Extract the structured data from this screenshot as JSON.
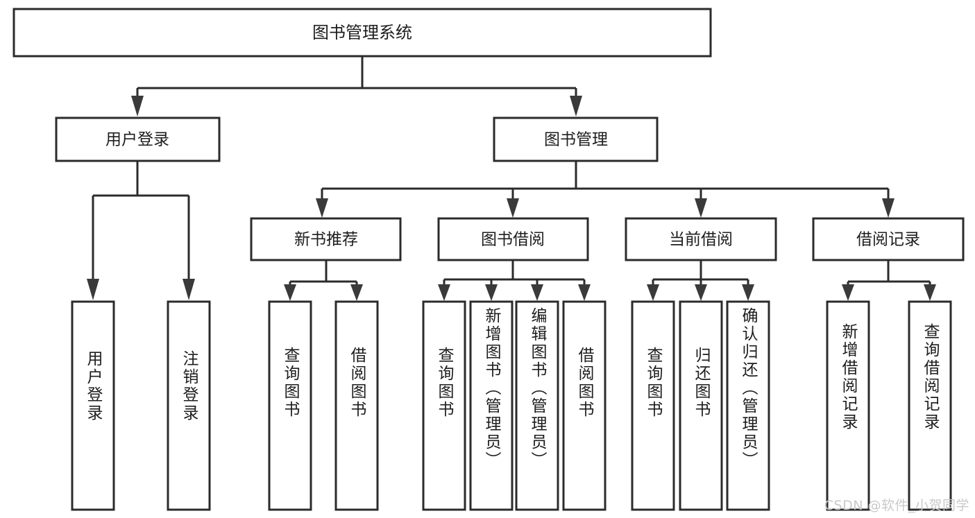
{
  "diagram": {
    "type": "tree-hierarchy",
    "title": "图书管理系统",
    "orientation": "top-down",
    "colors": {
      "box_stroke": "#2b2b2b",
      "box_fill": "#ffffff",
      "connector": "#2b2b2b",
      "text": "#1d1d1d",
      "watermark": "#c9c9c9",
      "background": "#ffffff"
    },
    "root": {
      "id": "root",
      "label": "图书管理系统"
    },
    "level2": [
      {
        "id": "user-login",
        "label": "用户登录"
      },
      {
        "id": "book-manage",
        "label": "图书管理"
      }
    ],
    "level3": [
      {
        "id": "new-book-recommend",
        "label": "新书推荐",
        "parent": "book-manage"
      },
      {
        "id": "book-borrow",
        "label": "图书借阅",
        "parent": "book-manage"
      },
      {
        "id": "current-borrow",
        "label": "当前借阅",
        "parent": "book-manage"
      },
      {
        "id": "borrow-record",
        "label": "借阅记录",
        "parent": "book-manage"
      }
    ],
    "leaves": {
      "user-login": [
        {
          "id": "leaf-user-login",
          "label": "用户登录"
        },
        {
          "id": "leaf-logout-login",
          "label": "注销登录"
        }
      ],
      "new-book-recommend": [
        {
          "id": "leaf-query-book-1",
          "label": "查询图书"
        },
        {
          "id": "leaf-borrow-book-1",
          "label": "借阅图书"
        }
      ],
      "book-borrow": [
        {
          "id": "leaf-query-book-2",
          "label": "查询图书"
        },
        {
          "id": "leaf-add-book-admin",
          "label": "新增图书（管理员）"
        },
        {
          "id": "leaf-edit-book-admin",
          "label": "编辑图书（管理员）"
        },
        {
          "id": "leaf-borrow-book-2",
          "label": "借阅图书"
        }
      ],
      "current-borrow": [
        {
          "id": "leaf-query-book-3",
          "label": "查询图书"
        },
        {
          "id": "leaf-return-book",
          "label": "归还图书"
        },
        {
          "id": "leaf-confirm-return-admin",
          "label": "确认归还（管理员）"
        }
      ],
      "borrow-record": [
        {
          "id": "leaf-add-borrow-record",
          "label": "新增借阅记录"
        },
        {
          "id": "leaf-query-borrow-record",
          "label": "查询借阅记录"
        }
      ]
    }
  },
  "watermark": {
    "text": "CSDN @软件_小贺同学"
  }
}
